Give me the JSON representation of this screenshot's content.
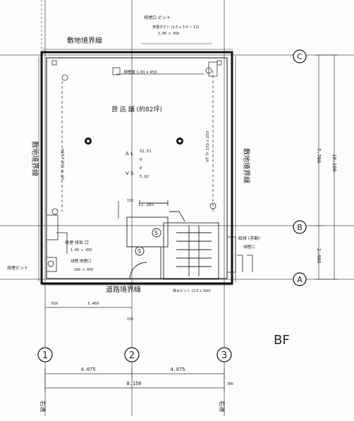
{
  "drawing": {
    "floor_label": "BF",
    "room_label": "貸 店 舗 (約82坪)",
    "boundary_top": "敷地境界線",
    "boundary_left": "敷地境界線",
    "boundary_right": "敷地境界線",
    "boundary_bottom": "道路境界線",
    "room_values": {
      "line1": "A L",
      "line2": "V S",
      "val1": "52.51",
      "val2": "0",
      "val3": "0",
      "val4": "5.62"
    },
    "axis_rows": [
      "C",
      "B",
      "A"
    ],
    "axis_cols": [
      "1",
      "2",
      "3"
    ],
    "dimensions": {
      "bottom_total": "8.150",
      "bottom_left_span": "4.075",
      "bottom_right_span": "4.075",
      "right_total": "10.100",
      "right_upper": "7.700",
      "right_lower": "2.400",
      "left_offset_a": "650",
      "left_offset_b": "3.460",
      "stair_width": "1.385",
      "end_offset": "300",
      "small_a": "150",
      "small_b": "150"
    },
    "side_marks": {
      "left_bottom": "右通",
      "right_bottom": "右通"
    },
    "notes": {
      "top_note": "排煙口 ピット",
      "top_note2": "排煙ダクト (1.0 x 3.0 ~ 12)",
      "top_note3": "3.00 x 450",
      "fan_note": "排煙機 1.00 x 450",
      "left_note1": "排煙 排気 口",
      "left_note2": "1.00 x 450",
      "left_note3": "排煙 排煙口",
      "left_note4": "100 x 450",
      "pit_left": "排煙ピット",
      "right_note1": "給排 (手動)",
      "right_note2": "排煙口",
      "bottom_note": "排水ピット (1.0 x 300)",
      "vd_left": "Vﾀﾞｸﾄ 150 x 250",
      "vd_right": "Vﾀﾞｸﾄ 150 x 250"
    }
  }
}
